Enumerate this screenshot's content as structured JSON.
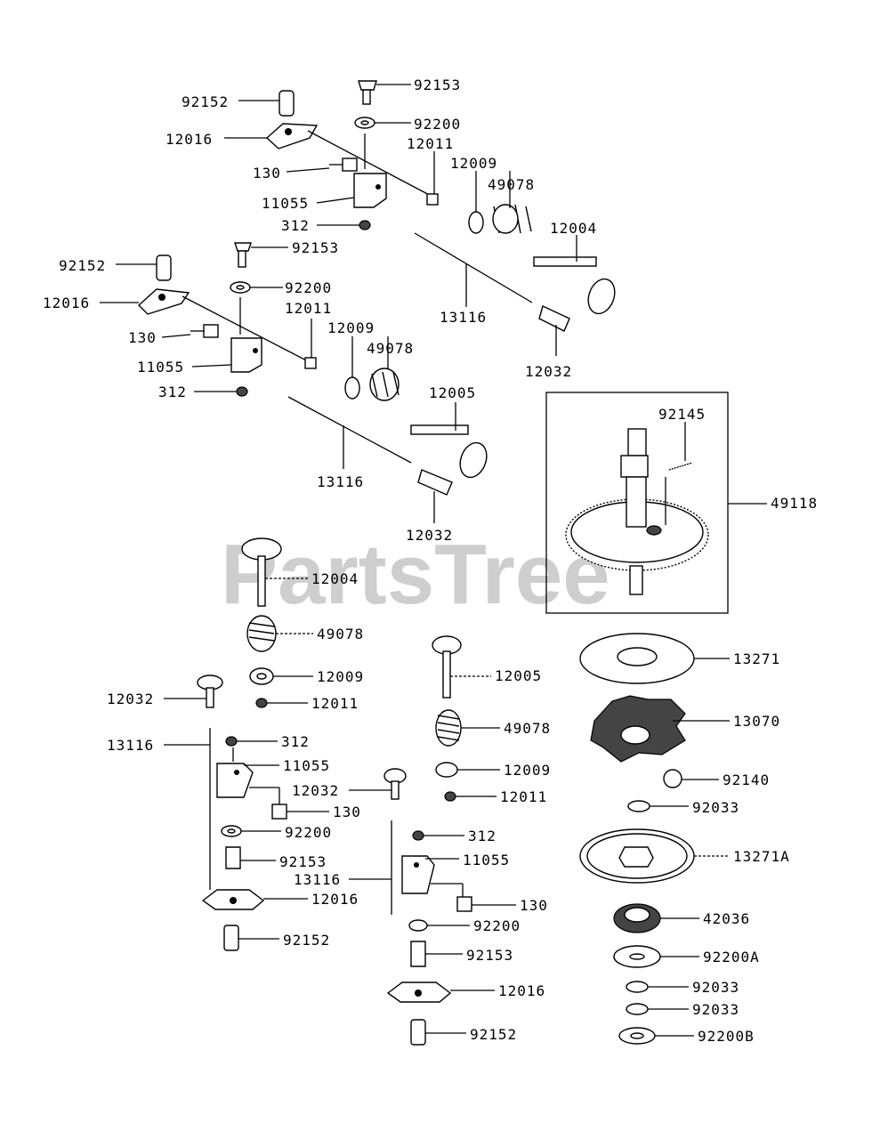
{
  "watermark": "PartsTree",
  "labels": {
    "l01": "92153",
    "l02": "92152",
    "l03": "92200",
    "l04": "12016",
    "l05": "12011",
    "l06": "12009",
    "l07": "130",
    "l08": "49078",
    "l09": "11055",
    "l10": "12004",
    "l11": "312",
    "l12": "92153",
    "l13": "92152",
    "l14": "92200",
    "l15": "12016",
    "l16": "13116",
    "l17": "12011",
    "l18": "130",
    "l19": "12009",
    "l20": "49078",
    "l21": "12032",
    "l22": "11055",
    "l23": "312",
    "l24": "12005",
    "l25": "92145",
    "l26": "13116",
    "l27": "49118",
    "l28": "12032",
    "l29": "12004",
    "l30": "49078",
    "l31": "12009",
    "l32": "13271",
    "l33": "12032",
    "l34": "12005",
    "l35": "12011",
    "l36": "13116",
    "l37": "312",
    "l38": "13070",
    "l39": "49078",
    "l40": "11055",
    "l41": "12009",
    "l42": "92140",
    "l43": "12032",
    "l44": "12011",
    "l45": "130",
    "l46": "92033",
    "l47": "92200",
    "l48": "312",
    "l49": "13271A",
    "l50": "92153",
    "l51": "11055",
    "l52": "13116",
    "l53": "12016",
    "l54": "130",
    "l55": "42036",
    "l56": "92200",
    "l57": "92152",
    "l58": "92153",
    "l59": "92200A",
    "l60": "12016",
    "l61": "92033",
    "l62": "92033",
    "l63": "92152",
    "l64": "92200B"
  }
}
